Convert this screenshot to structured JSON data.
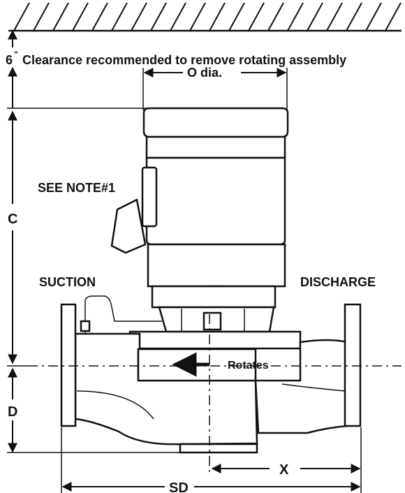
{
  "labels": {
    "clearance_value": "6",
    "clearance_unit": "\"",
    "clearance_text": "Clearance recommended to remove rotating assembly",
    "o_dia": "O dia.",
    "see_note": "SEE NOTE#1",
    "suction": "SUCTION",
    "discharge": "DISCHARGE",
    "rotates": "Rotates",
    "dim_c": "C",
    "dim_d": "D",
    "dim_x": "X",
    "dim_sd": "SD"
  }
}
